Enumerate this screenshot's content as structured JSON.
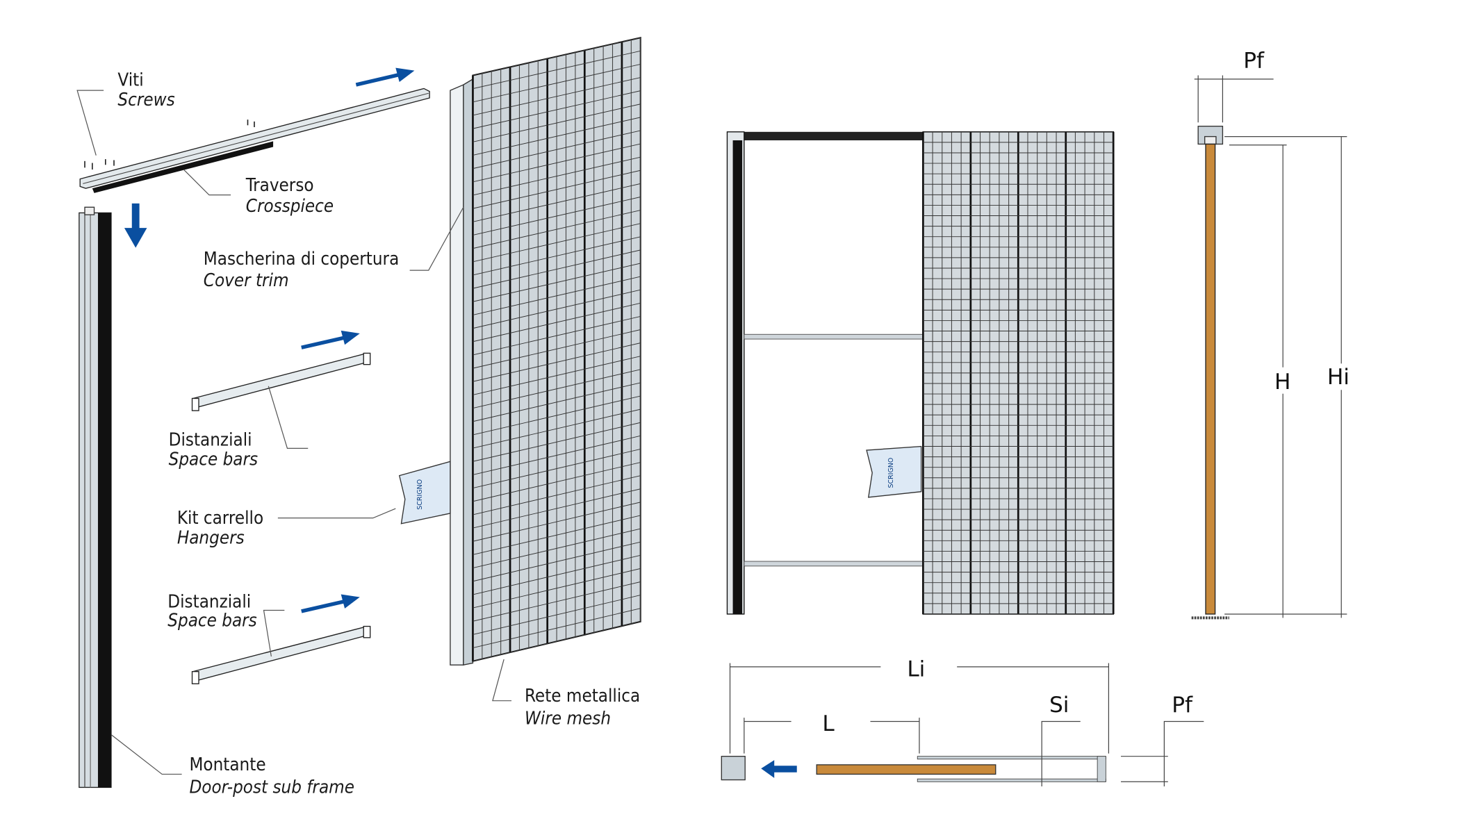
{
  "colors": {
    "arrow": "#0a4fa0",
    "wood": "#c98a3b",
    "metal": "#c9d2d8",
    "dark": "#1a1a1a"
  },
  "labels": {
    "screws": {
      "it": "Viti",
      "en": "Screws"
    },
    "crosspiece": {
      "it": "Traverso",
      "en": "Crosspiece"
    },
    "cover_trim": {
      "it": "Mascherina di copertura",
      "en": "Cover trim"
    },
    "space_bars_1": {
      "it": "Distanziali",
      "en": "Space bars"
    },
    "hangers": {
      "it": "Kit carrello",
      "en": "Hangers"
    },
    "space_bars_2": {
      "it": "Distanziali",
      "en": "Space bars"
    },
    "wire_mesh": {
      "it": "Rete metallica",
      "en": "Wire mesh"
    },
    "door_post": {
      "it": "Montante",
      "en": "Door-post sub frame"
    }
  },
  "dimensions": {
    "pf_top": "Pf",
    "h": "H",
    "hi": "Hi",
    "li": "Li",
    "l": "L",
    "si": "Si",
    "pf_bottom": "Pf"
  },
  "brand": "SCRIGNO"
}
